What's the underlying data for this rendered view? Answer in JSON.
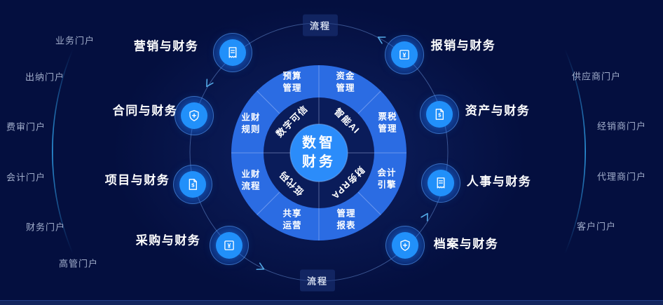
{
  "diagram_title": "数智财务",
  "center_title": {
    "line1": "数智",
    "line2": "财务"
  },
  "inner_ring": {
    "nw": "数字可信",
    "ne": "智能AI",
    "se": "财务RPA",
    "sw": "低代码"
  },
  "ring_modules": {
    "items": [
      {
        "line1": "预算",
        "line2": "管理"
      },
      {
        "line1": "资金",
        "line2": "管理"
      },
      {
        "line1": "业财",
        "line2": "规则"
      },
      {
        "line1": "票税",
        "line2": "管理"
      },
      {
        "line1": "业财",
        "line2": "流程"
      },
      {
        "line1": "会计",
        "line2": "引擎"
      },
      {
        "line1": "共享",
        "line2": "运营"
      },
      {
        "line1": "管理",
        "line2": "报表"
      }
    ]
  },
  "nodes": {
    "items": [
      {
        "label": "营销与财务",
        "icon": "receipt-icon"
      },
      {
        "label": "合同与财务",
        "icon": "shield-plus-icon"
      },
      {
        "label": "项目与财务",
        "icon": "document-dollar-icon"
      },
      {
        "label": "采购与财务",
        "icon": "yuan-square-icon"
      },
      {
        "label": "报销与财务",
        "icon": "yuan-square-icon"
      },
      {
        "label": "资产与财务",
        "icon": "document-dollar-icon"
      },
      {
        "label": "人事与财务",
        "icon": "receipt-icon"
      },
      {
        "label": "档案与财务",
        "icon": "shield-plus-icon"
      }
    ]
  },
  "flow": {
    "top": "流程",
    "bottom": "流程"
  },
  "portals": {
    "left": [
      "业务门户",
      "出纳门户",
      "费审门户",
      "会计门户",
      "财务门户",
      "高管门户"
    ],
    "right": [
      "供应商门户",
      "经销商门户",
      "代理商门户",
      "客户门户"
    ]
  },
  "colors": {
    "background": "#040f3f",
    "outer_ring": "#2b6ce3",
    "inner_ring": "#0a1c5a",
    "center_circle": "#2b8cfa",
    "icon_core": "#2190fa",
    "orbit_line": "#6e96dc",
    "side_arc": "#2f9fe8",
    "text_primary": "#ffffff",
    "text_portal": "#a2aecb"
  }
}
